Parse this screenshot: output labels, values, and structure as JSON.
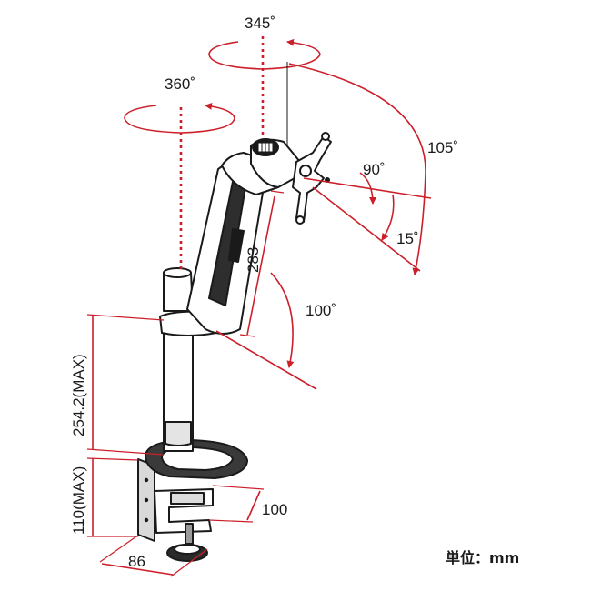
{
  "colors": {
    "dimension_line": "#cc1f2a",
    "outline": "#1a1a1a",
    "background": "#ffffff"
  },
  "labels": {
    "rotation_top": "345˚",
    "rotation_pole": "360˚",
    "arm_swing": "105˚",
    "tilt_up": "90˚",
    "tilt_down": "15˚",
    "arm_length": "283",
    "arm_angle": "100˚",
    "pole_height": "254.2(MAX)",
    "clamp_height": "110(MAX)",
    "clamp_depth": "100",
    "base_width": "86"
  },
  "unit_label": "単位：mm"
}
